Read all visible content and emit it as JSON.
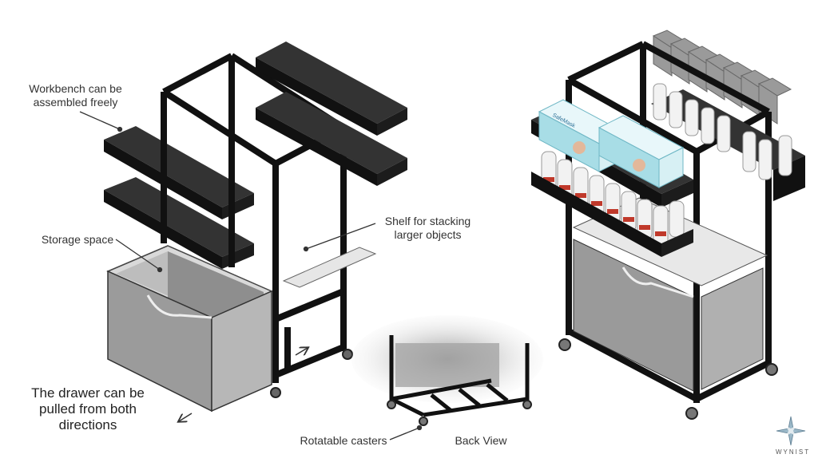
{
  "labels": {
    "workbench_line1": "Workbench can be",
    "workbench_line2": "assembled freely",
    "storage": "Storage space",
    "shelf_line1": "Shelf for stacking",
    "shelf_line2": "larger objects",
    "drawer_line1": "The drawer can be",
    "drawer_line2": "pulled from both",
    "drawer_line3": "directions",
    "casters": "Rotatable casters",
    "back_view": "Back View",
    "box_brand": "SafeMask"
  },
  "brand": {
    "name": "WYNIST",
    "icon": "compass-star-icon"
  },
  "colors": {
    "frame": "#111111",
    "drawer": "#9a9a9a",
    "drawer_top": "#d8d8d8",
    "tray_inner": "#3a3a3a",
    "bottle": "#f2f2f2",
    "bottle_label": "#c0392b",
    "mask_box": "#a8dde6"
  }
}
